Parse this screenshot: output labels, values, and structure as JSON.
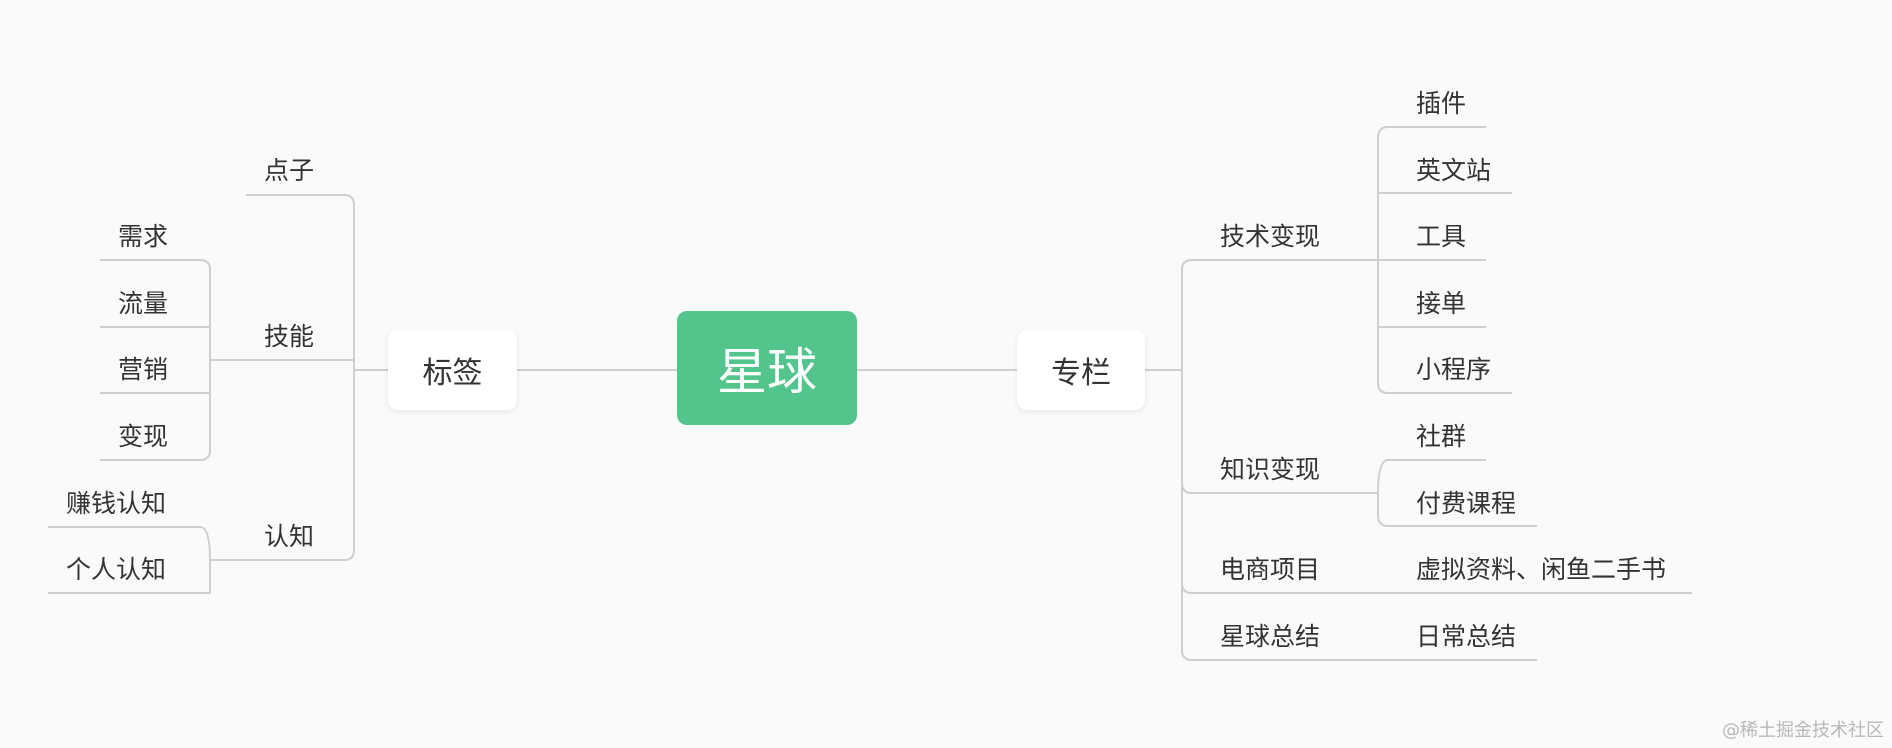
{
  "root": "星球",
  "left": {
    "label": "标签",
    "children": [
      {
        "label": "点子",
        "children": []
      },
      {
        "label": "技能",
        "children": [
          "需求",
          "流量",
          "营销",
          "变现"
        ]
      },
      {
        "label": "认知",
        "children": [
          "赚钱认知",
          "个人认知"
        ]
      }
    ]
  },
  "right": {
    "label": "专栏",
    "children": [
      {
        "label": "技术变现",
        "children": [
          "插件",
          "英文站",
          "工具",
          "接单",
          "小程序"
        ]
      },
      {
        "label": "知识变现",
        "children": [
          "社群",
          "付费课程"
        ]
      },
      {
        "label": "电商项目",
        "children": [
          "虚拟资料、闲鱼二手书"
        ]
      },
      {
        "label": "星球总结",
        "children": [
          "日常总结"
        ]
      }
    ]
  },
  "watermark": "@稀土掘金技术社区",
  "colors": {
    "root": "#52c48c",
    "line": "#cfcfcf",
    "text": "#333333",
    "background": "#fafafa"
  }
}
